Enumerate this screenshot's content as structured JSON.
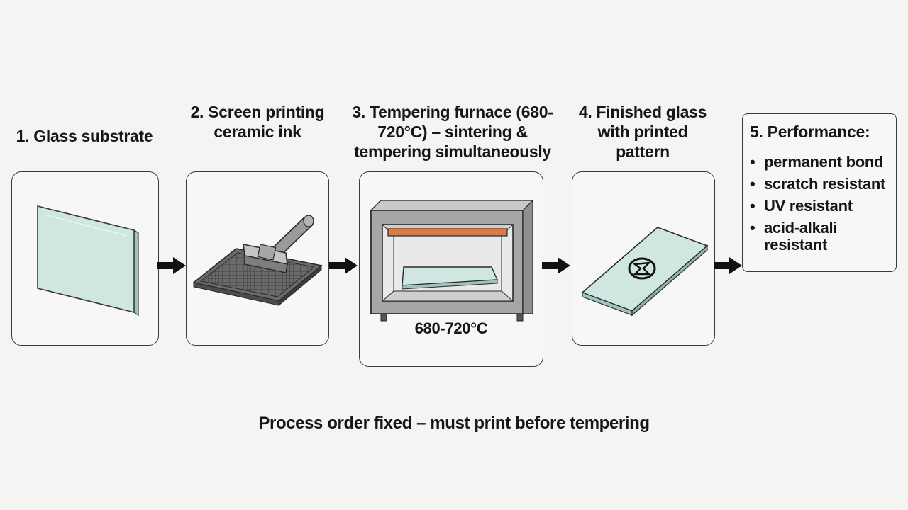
{
  "steps": [
    {
      "title": "1. Glass substrate"
    },
    {
      "title": "2. Screen printing ceramic ink"
    },
    {
      "title": "3. Tempering furnace (680-720°C) – sintering & tempering simultaneously",
      "furnace_label": "680-720°C"
    },
    {
      "title": "4. Finished glass with printed pattern"
    }
  ],
  "performance": {
    "title": "5. Performance:",
    "items": [
      "permanent bond",
      "scratch resistant",
      "UV resistant",
      "acid-alkali resistant"
    ]
  },
  "footer_note": "Process order fixed – must print before tempering",
  "colors": {
    "glass": "#cfe6e1",
    "glass_edge": "#9fc4bd",
    "furnace_heater": "#e07a3f",
    "furnace_body": "#a9a9a9",
    "outline": "#3a3a3a"
  },
  "icons": [
    "glass-pane-icon",
    "squeegee-screen-icon",
    "furnace-icon",
    "printed-glass-icon",
    "arrow-right-icon"
  ]
}
